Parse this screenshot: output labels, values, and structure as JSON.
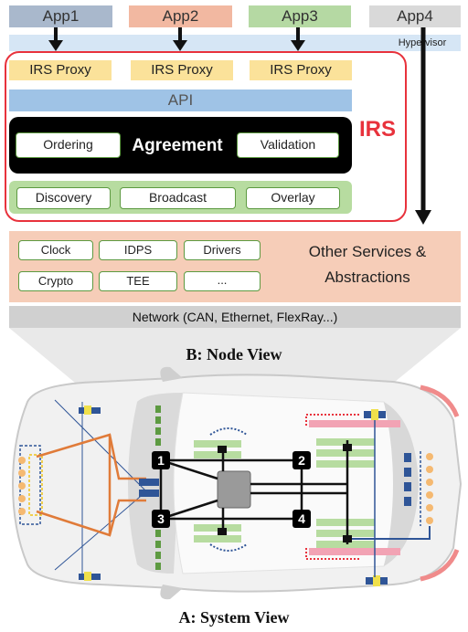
{
  "node_view": {
    "apps": [
      "App1",
      "App2",
      "App3",
      "App4"
    ],
    "hypervisor_label": "Hypervisor",
    "irs_label": "IRS",
    "proxies": [
      "IRS Proxy",
      "IRS Proxy",
      "IRS Proxy"
    ],
    "api_label": "API",
    "agreement": {
      "left": "Ordering",
      "center": "Agreement",
      "right": "Validation"
    },
    "transport": [
      "Discovery",
      "Broadcast",
      "Overlay"
    ],
    "other_services": {
      "items": [
        "Clock",
        "IDPS",
        "Drivers",
        "Crypto",
        "TEE",
        "..."
      ],
      "label_line1": "Other Services &",
      "label_line2": "Abstractions"
    },
    "network_label": "Network (CAN, Ethernet, FlexRay...)"
  },
  "captions": {
    "node_view": "B: Node View",
    "system_view": "A: System View"
  },
  "system_view": {
    "node_numbers": [
      "1",
      "2",
      "3",
      "4"
    ]
  },
  "colors": {
    "app1": "#a9b8cc",
    "app2": "#f2b8a1",
    "app3": "#b5d9a3",
    "app4": "#d9d9d9",
    "hypervisor": "#d6e6f5",
    "proxy": "#fbe29a",
    "api": "#9fc3e6",
    "transport": "#b7dca0",
    "services": "#f6cdb8",
    "network": "#d0d0d0",
    "irs": "#e8323c",
    "orange_wire": "#e07b39",
    "blue_wire": "#2f5597"
  }
}
